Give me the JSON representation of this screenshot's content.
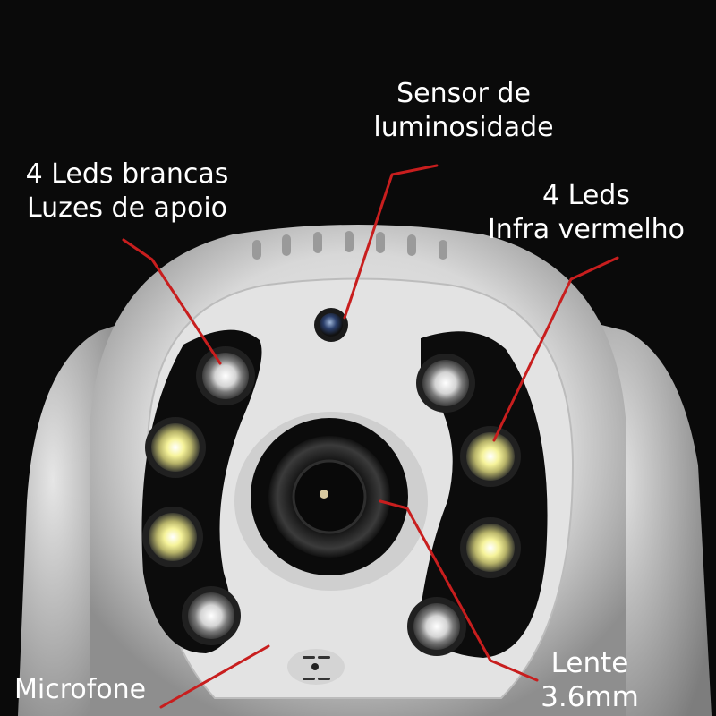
{
  "annotations": {
    "light_sensor": {
      "line1": "Sensor de",
      "line2": "luminosidade"
    },
    "white_leds": {
      "line1": "4 Leds brancas",
      "line2": "Luzes de apoio"
    },
    "infrared_leds": {
      "line1": "4 Leds",
      "line2": "Infra vermelho"
    },
    "microphone": {
      "line1": "Microfone"
    },
    "lens": {
      "line1": "Lente",
      "line2": "3.6mm"
    }
  },
  "colors": {
    "background": "#0a0a0a",
    "camera_body": "#d9d9d9",
    "leader_line": "#c81e1e",
    "label_text": "#ffffff",
    "white_led": "#e8e8e8",
    "infrared_led": "#f4f08a"
  }
}
